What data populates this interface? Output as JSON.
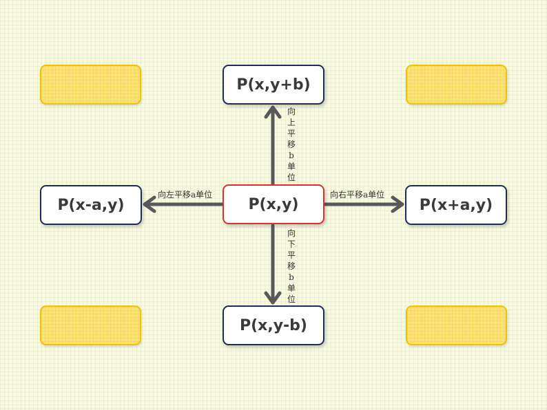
{
  "boxes": {
    "center": "P(x,y)",
    "up": "P(x,y+b)",
    "down": "P(x,y-b)",
    "left": "P(x-a,y)",
    "right": "P(x+a,y)"
  },
  "labels": {
    "up": "向上平移b单位",
    "down": "向下平移b单位",
    "left": "向左平移a单位",
    "right": "向右平移a单位"
  },
  "colors": {
    "arrow": "#595959",
    "box_border": "#1e2a5a",
    "center_border": "#d9312b",
    "placeholder_fill": "#fbe27a",
    "placeholder_border": "#f2c200"
  }
}
